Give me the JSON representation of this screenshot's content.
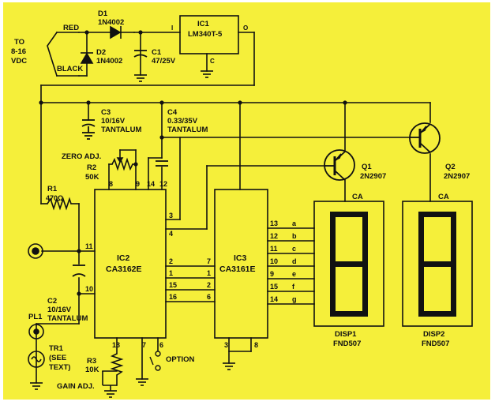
{
  "colors": {
    "background": "#f5ef3a",
    "ink": "#111111",
    "frame": "#ffffff"
  },
  "power": {
    "to_label": "TO",
    "voltage_label": "8-16",
    "vdc_label": "VDC",
    "red_label": "RED",
    "black_label": "BLACK",
    "d1_ref": "D1",
    "d1_part": "1N4002",
    "d2_ref": "D2",
    "d2_part": "1N4002",
    "c1_ref": "C1",
    "c1_value": "47/25V",
    "ic1_ref": "IC1",
    "ic1_part": "LM340T-5",
    "ic1_pin_i": "I",
    "ic1_pin_o": "O",
    "ic1_pin_c": "C"
  },
  "caps": {
    "c3_ref": "C3",
    "c3_value": "10/16V",
    "c3_type": "TANTALUM",
    "c4_ref": "C4",
    "c4_value": "0.33/35V",
    "c4_type": "TANTALUM",
    "c2_ref": "C2",
    "c2_value": "10/16V",
    "c2_type": "TANTALUM"
  },
  "resistors": {
    "zero_adj": "ZERO ADJ.",
    "r2_ref": "R2",
    "r2_value": "50K",
    "r1_ref": "R1",
    "r1_value": "470Ω",
    "r3_ref": "R3",
    "r3_value": "10K",
    "gain_adj": "GAIN ADJ."
  },
  "ic2": {
    "ref": "IC2",
    "part": "CA3162E",
    "pins": [
      "8",
      "9",
      "14",
      "12",
      "3",
      "4",
      "11",
      "10",
      "2",
      "1",
      "15",
      "16",
      "13",
      "7",
      "6"
    ]
  },
  "ic3": {
    "ref": "IC3",
    "part": "CA3161E",
    "in_pins": [
      "7",
      "1",
      "2",
      "6"
    ],
    "out_pins": [
      "13",
      "12",
      "11",
      "10",
      "9",
      "15",
      "14"
    ],
    "bottom_pins": [
      "3",
      "8"
    ],
    "segments": [
      "a",
      "b",
      "c",
      "d",
      "e",
      "f",
      "g"
    ]
  },
  "transistors": {
    "q1_ref": "Q1",
    "q1_part": "2N2907",
    "q2_ref": "Q2",
    "q2_part": "2N2907"
  },
  "displays": {
    "ca": "CA",
    "disp1_ref": "DISP1",
    "disp1_part": "FND507",
    "disp2_ref": "DISP2",
    "disp2_part": "FND507"
  },
  "misc": {
    "pl1_ref": "PL1",
    "tr1_ref": "TR1",
    "tr1_note1": "(SEE",
    "tr1_note2": "TEXT)",
    "option_label": "OPTION"
  }
}
